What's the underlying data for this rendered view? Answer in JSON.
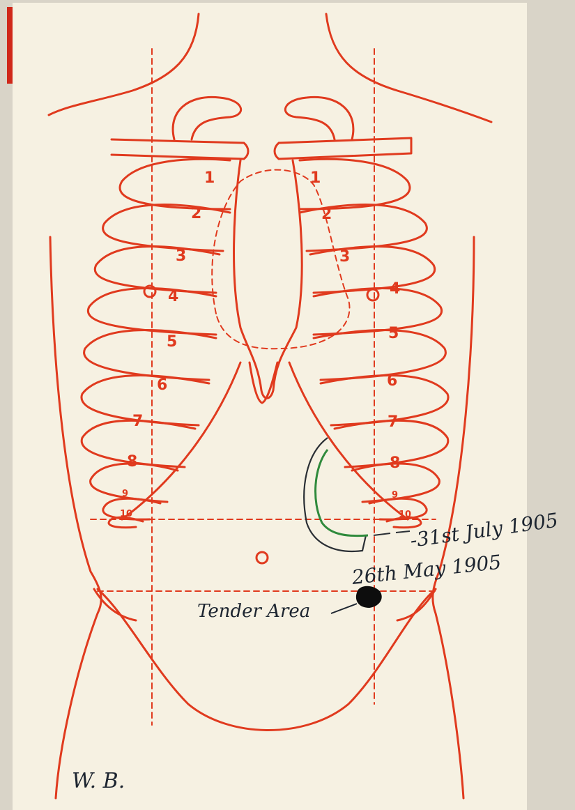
{
  "colors": {
    "paper": "#f6f1e2",
    "background": "#d9d4c8",
    "red_ink": "#e03a1e",
    "pencil": "#2a2f35",
    "green_ink": "#2f8a3c",
    "black_ink": "#0d0d0d"
  },
  "ribs_left": [
    "1",
    "2",
    "3",
    "4",
    "5",
    "6",
    "7",
    "8",
    "9",
    "10"
  ],
  "ribs_right": [
    "1",
    "2",
    "3",
    "4",
    "5",
    "6",
    "7",
    "8",
    "9",
    "10"
  ],
  "annotations": {
    "date_july": "-31st July 1905",
    "date_may": "26th May 1905",
    "tender_area": "Tender Area",
    "initials": "W. B."
  }
}
